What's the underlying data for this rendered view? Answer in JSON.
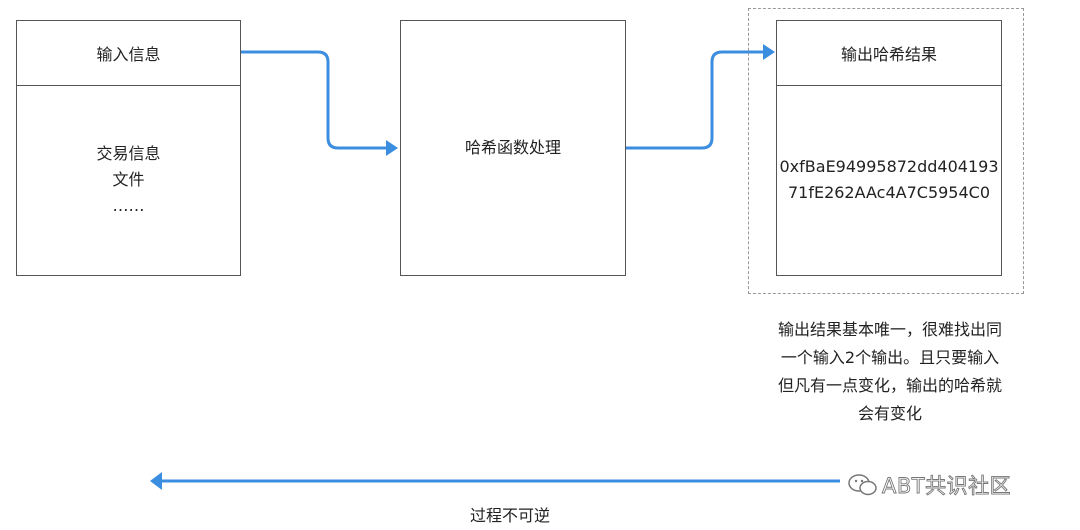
{
  "input_box": {
    "header": "输入信息",
    "lines": [
      "交易信息",
      "文件",
      "……"
    ]
  },
  "hash_box": {
    "label": "哈希函数处理"
  },
  "output_box": {
    "header": "输出哈希结果",
    "value": "0xfBaE94995872dd40419371fE262AAc4A7C5954C0"
  },
  "note": {
    "lines": [
      "输出结果基本唯一，很难找出同",
      "一个输入2个输出。且只要输入",
      "但凡有一点变化，输出的哈希就",
      "会有变化"
    ]
  },
  "irreversible_label": "过程不可逆",
  "watermark": "ABT共识社区",
  "colors": {
    "arrow": "#3b8de0",
    "border": "#555555",
    "dashed": "#999999"
  }
}
